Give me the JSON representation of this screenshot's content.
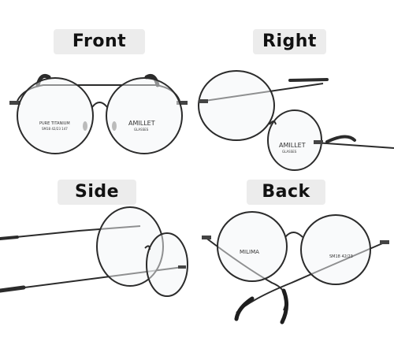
{
  "views": {
    "front": {
      "label": "Front"
    },
    "right": {
      "label": "Right"
    },
    "side": {
      "label": "Side"
    },
    "back": {
      "label": "Back"
    }
  },
  "imprints": {
    "left_lens": "PURE TITANIUM",
    "left_lens_code": "SM18 42/23 147",
    "right_lens_brand": "AMILLET",
    "right_lens_sub": "GLASSES",
    "back_lens_brand": "MILIMA",
    "back_lens_code": "SM18 42/23"
  },
  "colors": {
    "frame": "#2b2b2b",
    "label_bg": "#ececec",
    "background": "#ffffff"
  }
}
